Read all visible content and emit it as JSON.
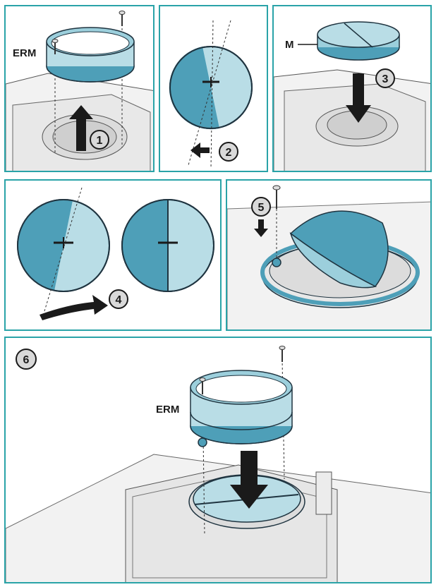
{
  "labels": {
    "erm_top": "ERM",
    "m_label": "M",
    "erm_bottom": "ERM"
  },
  "steps": [
    "1",
    "2",
    "3",
    "4",
    "5",
    "6"
  ],
  "colors": {
    "frame": "#2aa3a8",
    "blue_dark": "#4e9fb8",
    "blue_light": "#b9dde6",
    "outline": "#1f3440",
    "arrow": "#1a1a1a",
    "badge_fill": "#d9d9d9"
  }
}
